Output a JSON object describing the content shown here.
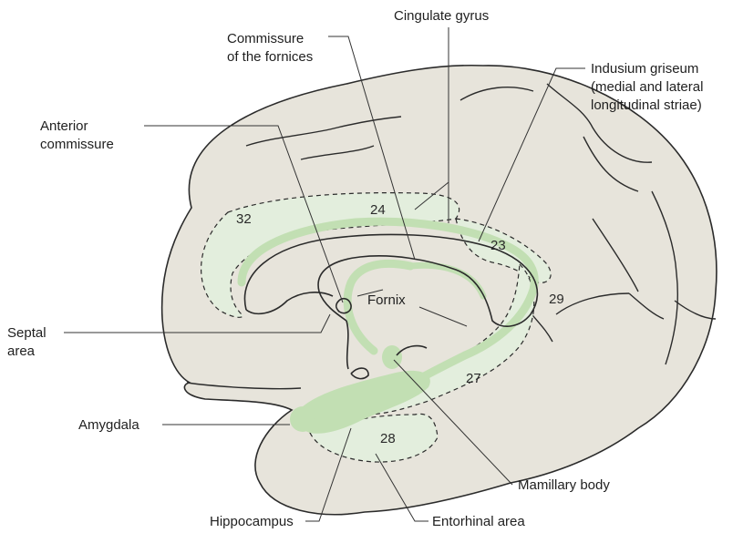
{
  "labels": {
    "cingulate_gyrus": "Cingulate gyrus",
    "commissure_fornices_1": "Commissure",
    "commissure_fornices_2": "of the fornices",
    "indusium_1": "Indusium griseum",
    "indusium_2": "(medial and lateral",
    "indusium_3": "longitudinal striae)",
    "anterior_commissure_1": "Anterior",
    "anterior_commissure_2": "commissure",
    "septal_1": "Septal",
    "septal_2": "area",
    "fornix": "Fornix",
    "amygdala": "Amygdala",
    "mamillary_body": "Mamillary body",
    "hippocampus": "Hippocampus",
    "entorhinal_area": "Entorhinal area"
  },
  "area_numbers": {
    "a32": "32",
    "a24": "24",
    "a23": "23",
    "a29": "29",
    "a27": "27",
    "a28": "28"
  },
  "colors": {
    "brain_fill": "#e7e4db",
    "limbic_fill": "#e3eedd",
    "limbic_band": "#c2dfb3",
    "outline": "#2b2b2b",
    "leader": "#333333"
  }
}
